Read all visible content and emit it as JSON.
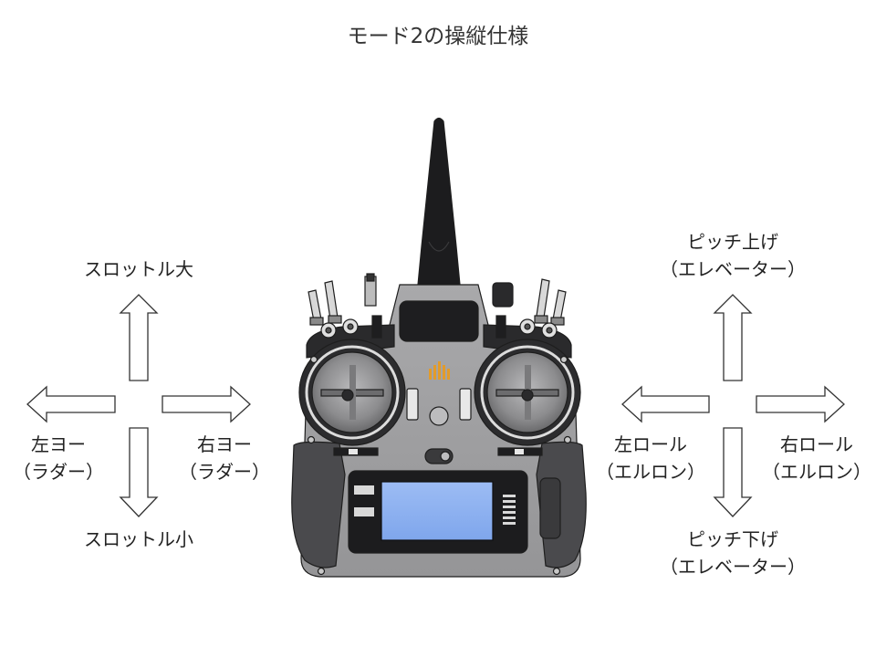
{
  "title": "モード2の操縦仕様",
  "left_stick": {
    "up": "スロットル大",
    "down": "スロットル小",
    "left": {
      "line1": "左ヨー",
      "line2": "（ラダー）"
    },
    "right": {
      "line1": "右ヨー",
      "line2": "（ラダー）"
    }
  },
  "right_stick": {
    "up": {
      "line1": "ピッチ上げ",
      "line2": "（エレベーター）"
    },
    "down": {
      "line1": "ピッチ下げ",
      "line2": "（エレベーター）"
    },
    "left": {
      "line1": "左ロール",
      "line2": "（エルロン）"
    },
    "right": {
      "line1": "右ロール",
      "line2": "（エルロン）"
    }
  },
  "colors": {
    "body": "#a0a0a2",
    "grip": "#4a4a4d",
    "screen": "#8bb0f0",
    "antenna": "#1c1c1e",
    "logo": "#e39b2a"
  }
}
